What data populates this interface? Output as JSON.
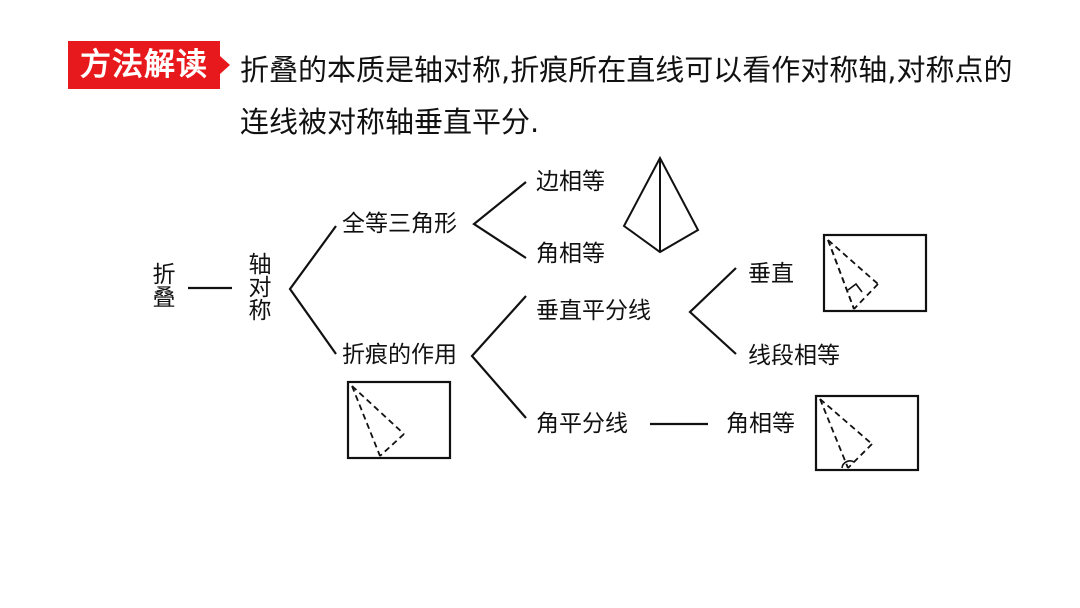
{
  "badge": {
    "label": "方法解读",
    "color": "#e8191c"
  },
  "description": {
    "line1": "折叠的本质是轴对称,折痕所在直线可以看作对称轴,对称点的",
    "line2": "连线被对称轴垂直平分."
  },
  "tree": {
    "root": [
      "折",
      "叠"
    ],
    "level1": [
      "轴",
      "对",
      "称"
    ],
    "branch_congruent": "全等三角形",
    "congruent_children": [
      "边相等",
      "角相等"
    ],
    "branch_crease": "折痕的作用",
    "crease_children": [
      "垂直平分线",
      "角平分线"
    ],
    "perp_bisector_children": [
      "垂直",
      "线段相等"
    ],
    "angle_bisector_child": "角相等"
  },
  "figures": [
    "kite-triangles-figure",
    "fold-rectangle-right-angle-figure",
    "fold-rectangle-figure",
    "fold-rectangle-angle-figure"
  ]
}
